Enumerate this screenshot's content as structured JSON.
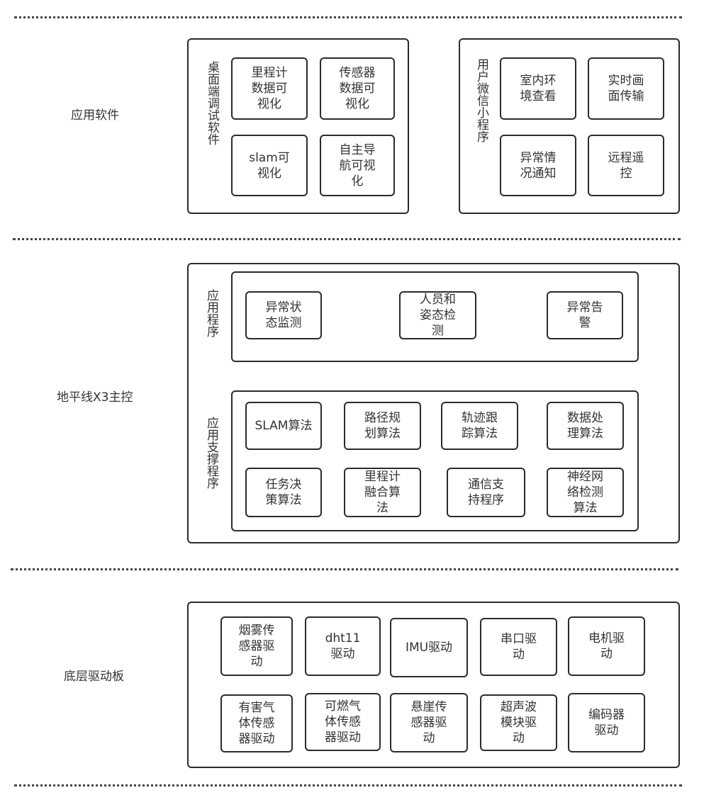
{
  "layers": [
    {
      "label": "应用软件",
      "groups": [
        {
          "title": "桌面端调试软件",
          "items": [
            "里程计数据可视化",
            "传感器数据可视化",
            "slam可视化",
            "自主导航可视化"
          ]
        },
        {
          "title": "用户微信小程序",
          "items": [
            "室内环境查看",
            "实时画面传输",
            "异常情况通知",
            "远程遥控"
          ]
        }
      ]
    },
    {
      "label": "地平线X3主控",
      "groups": [
        {
          "title": "应用程序",
          "items": [
            "异常状态监测",
            "人员和姿态检测",
            "异常告警"
          ]
        },
        {
          "title": "应用支撑程序",
          "items": [
            "SLAM算法",
            "路径规划算法",
            "轨迹跟踪算法",
            "数据处理算法",
            "任务决策算法",
            "里程计融合算法",
            "通信支持程序",
            "神经网络检测算法"
          ]
        }
      ]
    },
    {
      "label": "底层驱动板",
      "groups": [
        {
          "title": "",
          "items": [
            "烟雾传感器驱动",
            "dht11驱动",
            "IMU驱动",
            "串口驱动",
            "电机驱动",
            "有害气体传感器驱动",
            "可燃气体传感器驱动",
            "悬崖传感器驱动",
            "超声波模块驱动",
            "编码器驱动"
          ]
        }
      ]
    }
  ]
}
